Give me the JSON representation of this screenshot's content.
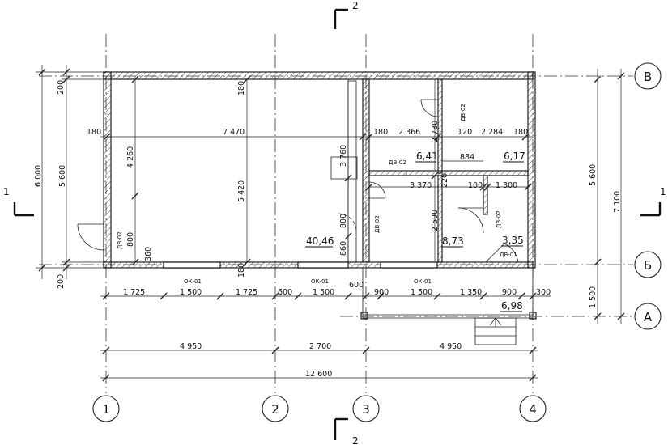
{
  "grid_axes": {
    "vertical": [
      {
        "label": "1",
        "dist": "1 725"
      },
      {
        "label": "2"
      },
      {
        "label": "3"
      },
      {
        "label": "4"
      }
    ],
    "horizontal": [
      {
        "label": "В"
      },
      {
        "label": "Б"
      },
      {
        "label": "А"
      }
    ]
  },
  "section_marks": {
    "top": "2",
    "bottom": "2",
    "left": "1",
    "right": "1"
  },
  "rooms": [
    {
      "area": "40,46"
    },
    {
      "area": "6,41"
    },
    {
      "area": "6,17"
    },
    {
      "area": "8,73"
    },
    {
      "area": "3,35"
    },
    {
      "area": "6,98"
    }
  ],
  "door_tags": [
    "ДВ-02",
    "ДВ-02",
    "ДВ-02",
    "ДВ-02",
    "ДВ-02",
    "ДВ-01"
  ],
  "window_tags": [
    "ОК-01",
    "ОК-01",
    "ОК-01"
  ],
  "dimensions": {
    "top_internal": {
      "left_wall": "180",
      "main_span": "7 470",
      "inner_left": "180",
      "room_a": "2 366",
      "partition": "120",
      "room_b": "2 284",
      "right_wall": "180"
    },
    "vertical_inner": {
      "h4260": "4 260",
      "h5420": "5 420",
      "h3760": "3 760",
      "h2730": "2 730",
      "h180a": "180",
      "h180b": "180",
      "h800a": "800",
      "h360": "360",
      "h800b": "800",
      "h860": "860",
      "h2590": "2 590",
      "h220": "220"
    },
    "mid_horizontal": {
      "d884": "884",
      "d3370": "3 370",
      "d100": "100",
      "d1300": "1 300"
    },
    "left_side": {
      "total": "6 000",
      "inner": "5 600",
      "top": "200",
      "bottom": "200"
    },
    "right_side": {
      "inner": "5 600",
      "total": "7 100",
      "lower": "1 500"
    },
    "bottom_row1": [
      "1 725",
      "1 500",
      "1 725",
      "600",
      "1 500",
      "600",
      "900",
      "1 500",
      "1 350",
      "900",
      "300"
    ],
    "bottom_row2": [
      "4 950",
      "2 700",
      "4 950"
    ],
    "bottom_total": "12 600"
  }
}
